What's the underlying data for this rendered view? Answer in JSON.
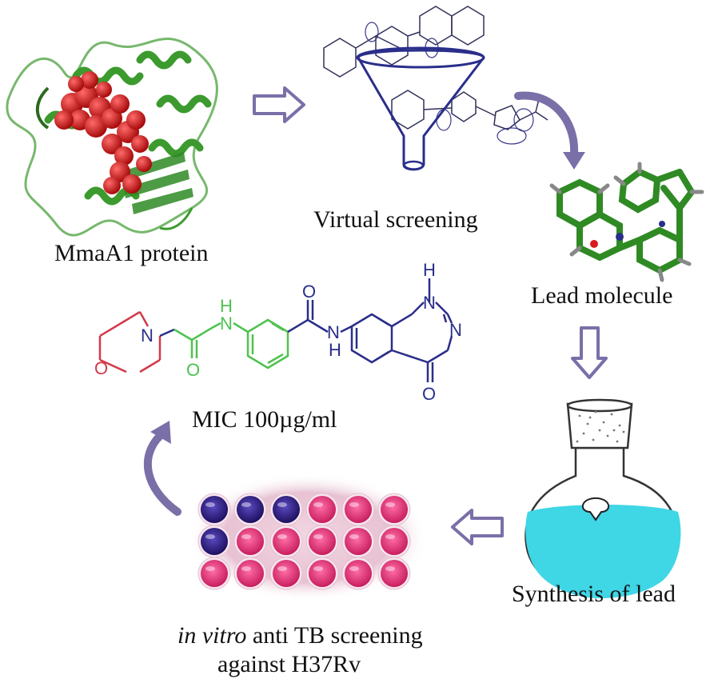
{
  "labels": {
    "protein": "MmaA1 protein",
    "virtual_screening": "Virtual screening",
    "lead_molecule": "Lead molecule",
    "synthesis": "Synthesis of  lead",
    "mic": "MIC 100µg/ml",
    "screening_italic": "in vitro",
    "screening_rest": " anti TB screening",
    "screening_line2": "against H37Rv"
  },
  "structure_atoms": {
    "morpholine_O": "O",
    "morpholine_N": "N",
    "amide1_H": "H",
    "amide1_N": "N",
    "amide1_O": "O",
    "amide2_O": "O",
    "amide2_N": "N",
    "amide2_H": "H",
    "quin_N1": "N",
    "quin_H": "H",
    "quin_N3": "N",
    "quin_O": "O"
  },
  "colors": {
    "arrow": "#7b6fa8",
    "protein_helix": "#3c9a2e",
    "protein_ligand": "#d81c1c",
    "morpholine": "#d23a4a",
    "linker": "#4fc24f",
    "quinazolinone": "#2a2e8a",
    "flask_liquid": "#3fd6e6",
    "well_pink": "#e0387c",
    "well_blue": "#2a1a7a"
  }
}
